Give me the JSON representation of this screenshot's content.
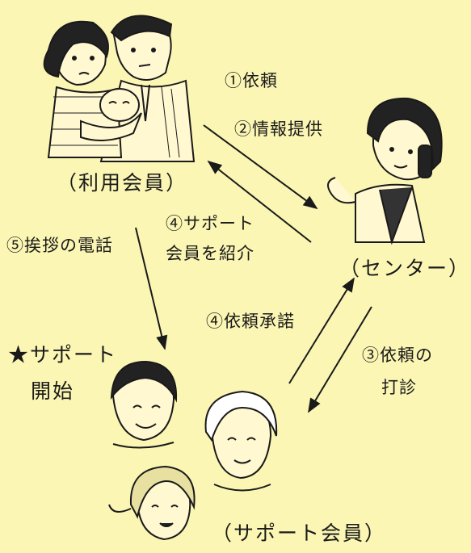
{
  "labels": {
    "user_members": "（利用会員）",
    "center": "（センター）",
    "support_members": "（サポート会員）",
    "step1": "①依頼",
    "step2": "②情報提供",
    "step3_line1": "③依頼の",
    "step3_line2": "打診",
    "step4_intro_line1": "④サポート",
    "step4_intro_line2": "会員を紹介",
    "step4_accept": "④依頼承諾",
    "step5": "⑤挨拶の電話",
    "start_line1": "★サポート",
    "start_line2": "開始"
  }
}
